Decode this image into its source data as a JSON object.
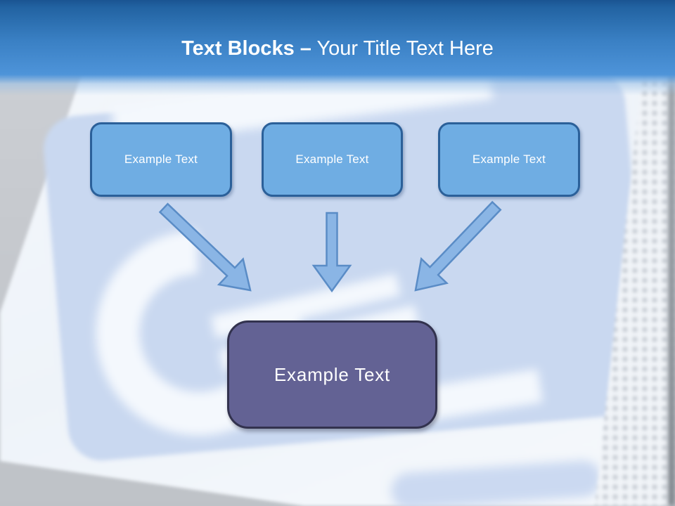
{
  "title": {
    "bold": "Text Blocks –",
    "regular": "Your Title Text Here"
  },
  "boxes": {
    "top": [
      {
        "label": "Example Text"
      },
      {
        "label": "Example Text"
      },
      {
        "label": "Example Text"
      }
    ],
    "center": {
      "label": "Example Text"
    }
  },
  "icons": {
    "background_symbol": "wheelchair-accessibility-symbol"
  },
  "colors": {
    "header_gradient_top": "#1a5492",
    "header_gradient_bottom": "#4e94d9",
    "title_text": "#ffffff",
    "box_fill": "#6fade3",
    "box_border": "#2b6099",
    "box_text": "#ffffff",
    "center_fill": "#636294",
    "center_border": "#32324e",
    "center_text": "#ffffff",
    "arrow_fill": "#8ab5e5",
    "arrow_stroke": "#5a8cc6",
    "sign_blue": "#c9d8f0",
    "photo_gray": "#c6c9ce"
  }
}
